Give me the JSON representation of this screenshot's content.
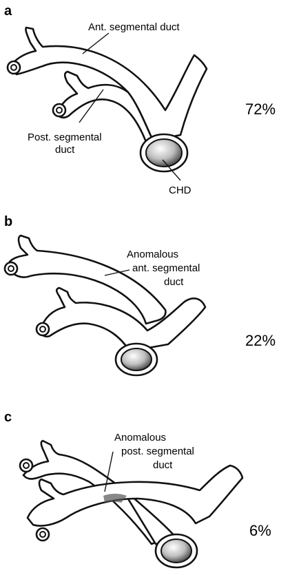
{
  "panels": [
    {
      "letter": "a",
      "percent": "72%",
      "labels": {
        "ant": "Ant. segmental duct",
        "post_line1": "Post. segmental",
        "post_line2": "duct",
        "chd": "CHD"
      }
    },
    {
      "letter": "b",
      "percent": "22%",
      "labels": {
        "line1": "Anomalous",
        "line2": "ant. segmental",
        "line3": "duct"
      }
    },
    {
      "letter": "c",
      "percent": "6%",
      "labels": {
        "line1": "Anomalous",
        "line2": "post. segmental",
        "line3": "duct"
      }
    }
  ]
}
